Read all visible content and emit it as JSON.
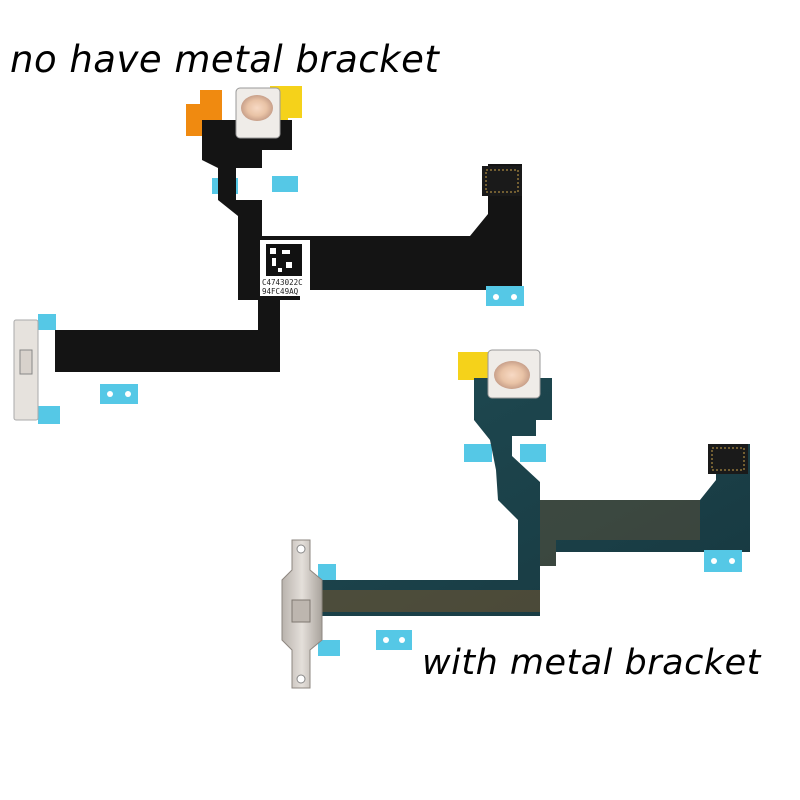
{
  "captions": {
    "top": "no have metal bracket",
    "bottom": "with metal bracket"
  },
  "sticker": {
    "line1": "C4743022C",
    "line2": "94FC49AQ"
  },
  "colors": {
    "cable_black": "#141414",
    "cable_teal": "#1b3f46",
    "copper": "#8a5a2b",
    "tab_blue": "#55c8e6",
    "orange_tab": "#f08a10",
    "yellow_tab": "#f5d21a",
    "metal": "#c9c3bd"
  }
}
